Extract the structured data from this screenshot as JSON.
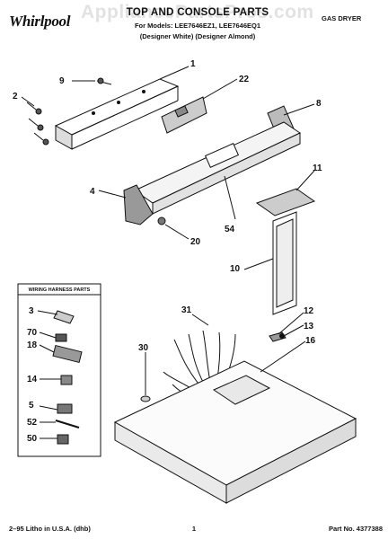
{
  "header": {
    "brand": "Whirlpool",
    "title": "TOP AND CONSOLE PARTS",
    "models": "For Models: LEE7646EZ1, LEE7646EQ1",
    "variants": "(Designer White)  (Designer Almond)",
    "product": "GAS DRYER"
  },
  "watermark": "AppliancePartsPros.com",
  "wiring_box": {
    "title": "WIRING HARNESS PARTS"
  },
  "callouts": [
    "1",
    "2",
    "3",
    "4",
    "5",
    "8",
    "9",
    "10",
    "11",
    "12",
    "13",
    "14",
    "16",
    "18",
    "20",
    "22",
    "30",
    "31",
    "50",
    "52",
    "54",
    "70"
  ],
  "footer": {
    "left": "2–95 Litho in U.S.A. (dhb)",
    "center": "1",
    "right": "Part No. 4377388"
  },
  "colors": {
    "ink": "#111111",
    "watermark": "#9a9a9a"
  }
}
